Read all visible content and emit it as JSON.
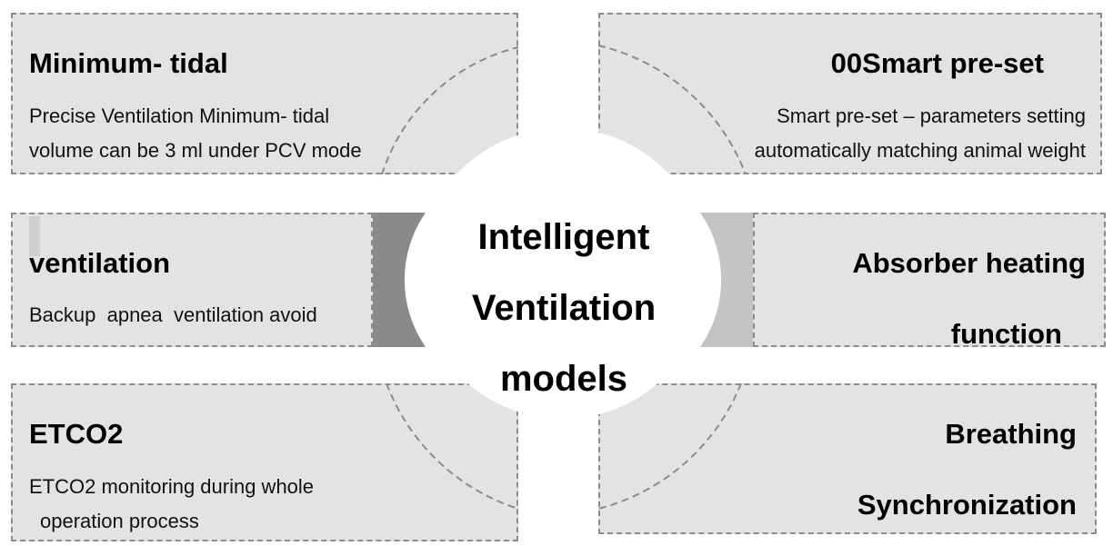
{
  "center": {
    "lines": [
      "Intelligent",
      "Ventilation",
      "models"
    ]
  },
  "panels": {
    "top_left": {
      "title": "Minimum- tidal",
      "desc": [
        "Precise Ventilation Minimum- tidal",
        "volume can be 3 ml under PCV mode"
      ]
    },
    "top_right": {
      "title": "00Smart pre-set",
      "desc": [
        "Smart pre-set – parameters setting",
        "automatically matching animal weight"
      ]
    },
    "mid_left": {
      "title": "ventilation",
      "desc": [
        "Backup  apnea  ventilation avoid"
      ]
    },
    "mid_right": {
      "title_lines": [
        "Absorber heating",
        "function"
      ]
    },
    "bottom_left": {
      "title": "ETCO2",
      "desc": [
        "ETCO2 monitoring during whole",
        "operation process"
      ]
    },
    "bottom_right": {
      "title_lines": [
        "Breathing",
        "Synchronization"
      ]
    }
  },
  "colors": {
    "panel_bg": "#e4e2e2",
    "panel_border": "#8c8c8c",
    "ring_dark": "#8a8a8a",
    "ring_mid": "#a9a9a9",
    "ring_light": "#c8c8c8",
    "ring_lighter": "#dadada"
  }
}
